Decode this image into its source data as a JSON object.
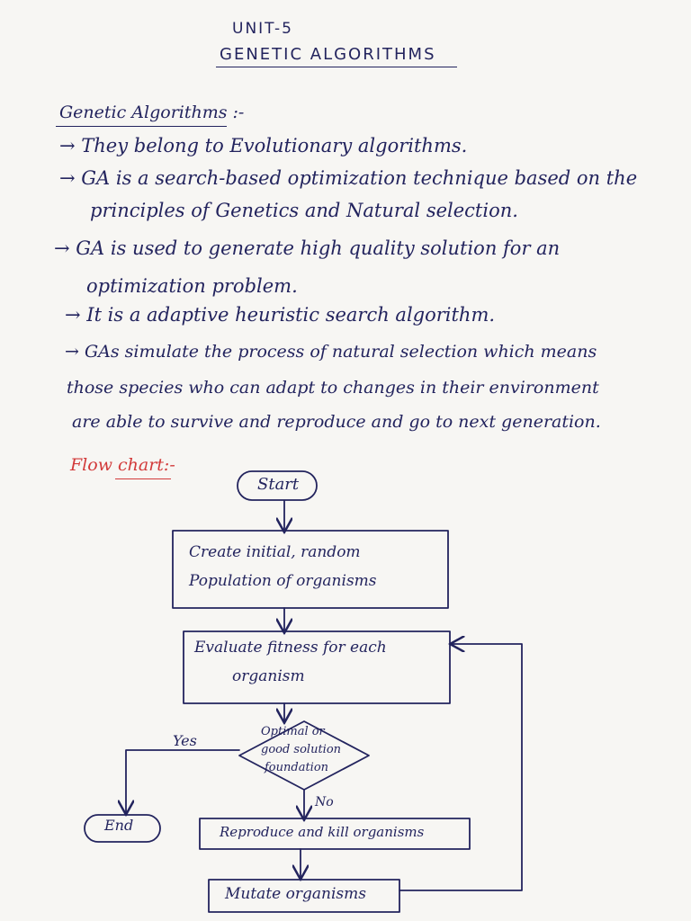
{
  "header": {
    "unit": "UNIT-5",
    "title": "GENETIC ALGORITHMS"
  },
  "section_heading": "Genetic Algorithms :-",
  "lines": [
    "→ They belong to Evolutionary algorithms.",
    "→ GA is a search-based optimization technique based on the",
    "principles of Genetics and Natural selection.",
    "→ GA is used to generate high quality solution for an",
    "optimization problem.",
    "→ It is a adaptive heuristic search algorithm.",
    "→ GAs simulate the process of natural selection which means",
    "those species who can adapt to changes in their environment",
    "are able to survive and reproduce and go to next generation."
  ],
  "flowchart": {
    "heading": "Flow chart:-",
    "start": "Start",
    "create_line1": "Create initial, random",
    "create_line2": "Population of organisms",
    "evaluate_line1": "Evaluate fitness for each",
    "evaluate_line2": "organism",
    "decision_line1": "Optimal or",
    "decision_line2": "good solution",
    "decision_line3": "foundation",
    "yes_label": "Yes",
    "no_label": "No",
    "end": "End",
    "reproduce": "Reproduce and kill organisms",
    "mutate": "Mutate organisms"
  },
  "colors": {
    "ink": "#23245e",
    "heading_red": "#d23a3a",
    "paper": "#f7f6f3"
  }
}
